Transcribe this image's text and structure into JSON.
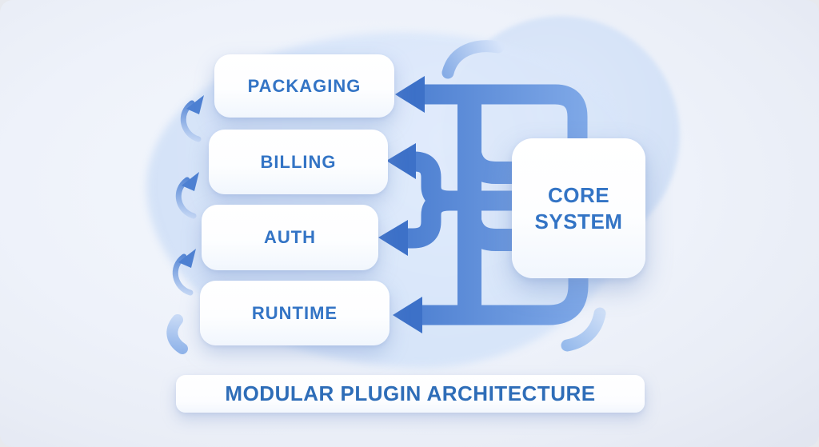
{
  "diagram": {
    "title": "MODULAR PLUGIN ARCHITECTURE",
    "core": {
      "id": "core",
      "label": "CORE SYSTEM"
    },
    "modules": [
      {
        "id": "packaging",
        "label": "PACKAGING"
      },
      {
        "id": "billing",
        "label": "BILLING"
      },
      {
        "id": "auth",
        "label": "AUTH"
      },
      {
        "id": "runtime",
        "label": "RUNTIME"
      }
    ],
    "edges": [
      {
        "from": "core",
        "to": "packaging",
        "style": "arrow"
      },
      {
        "from": "core",
        "to": "billing",
        "style": "arrow"
      },
      {
        "from": "core",
        "to": "auth",
        "style": "arrow"
      },
      {
        "from": "core",
        "to": "runtime",
        "style": "arrow"
      }
    ],
    "colors": {
      "arrow": "#3d71c8",
      "pipe_dark": "#4478cd",
      "pipe_light": "#87afeb",
      "label_text": "#3374c5",
      "title_text": "#2e6db8",
      "box_bg": "#ffffff",
      "background": "#eef2fa",
      "blob": "#d6e4f9",
      "decor_accent": "#4d80d2"
    }
  }
}
